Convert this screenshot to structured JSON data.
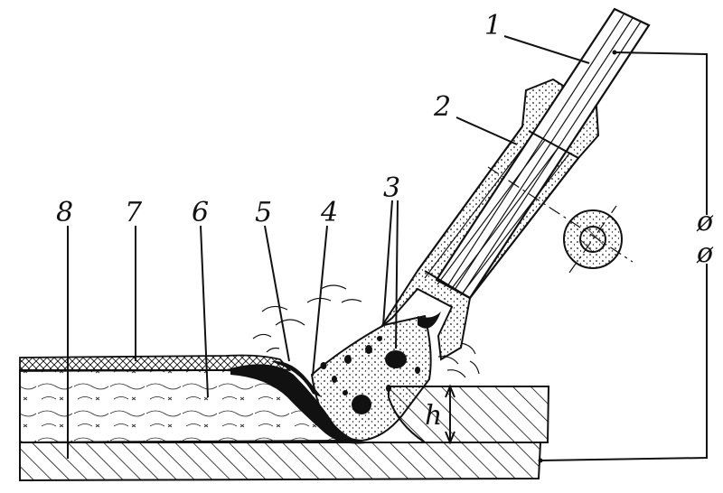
{
  "figure": {
    "labels": {
      "l1": "1",
      "l2": "2",
      "l3": "3",
      "l4": "4",
      "l5": "5",
      "l6": "6",
      "l7": "7",
      "l8": "8",
      "h": "h"
    },
    "terminals": {
      "top": "ø",
      "bottom": "ø"
    }
  }
}
